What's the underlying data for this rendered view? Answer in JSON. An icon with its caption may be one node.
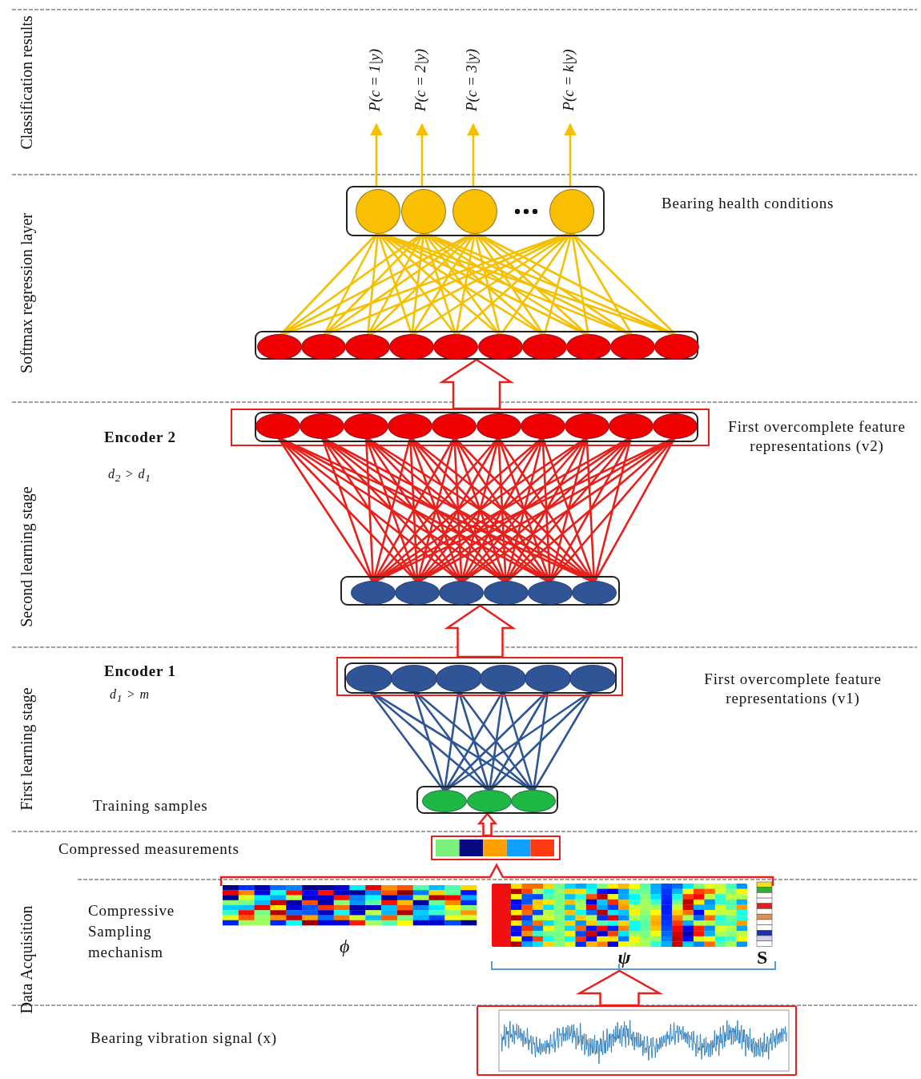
{
  "diagram": {
    "nodes": [
      {
        "text": [
          "P(c = 1|y)"
        ]
      },
      {
        "text": [
          "P(c = 2|y)"
        ]
      },
      {
        "text": [
          "P(c = 3|y)"
        ]
      },
      {
        "text": [
          "P(c = k|y)"
        ]
      },
      {
        "text": [],
        "shape": "box"
      },
      {
        "text": [],
        "shape": "box"
      },
      {
        "text": [],
        "shape": "box"
      },
      {
        "text": [],
        "shape": "box"
      },
      {
        "text": [],
        "shape": "box"
      },
      {
        "text": [],
        "shape": "box"
      },
      {
        "text": [],
        "shape": "bar"
      },
      {
        "text": [],
        "shape": "picture",
        "beside": [
          "ψ"
        ]
      },
      {
        "text": [],
        "shape": "picture"
      }
    ],
    "edges": [
      {
        "from": 4,
        "to": 0,
        "arrow": "to",
        "color": "#f5c000"
      },
      {
        "from": 4,
        "to": 1,
        "arrow": "to",
        "color": "#f5c000"
      },
      {
        "from": 4,
        "to": 2,
        "arrow": "to",
        "color": "#f5c000"
      },
      {
        "from": 4,
        "to": 3,
        "arrow": "to",
        "color": "#f5c000"
      },
      {
        "from": 5,
        "to": 4,
        "arrow": "none",
        "color": "#f5c000"
      },
      {
        "from": 6,
        "to": 5,
        "arrow": "to",
        "style": "thick",
        "color": "#e8201c"
      },
      {
        "from": 7,
        "to": 6,
        "arrow": "none",
        "color": "#e8201c"
      },
      {
        "from": 8,
        "to": 7,
        "arrow": "to",
        "style": "thick",
        "color": "#e8201c"
      },
      {
        "from": 9,
        "to": 8,
        "arrow": "none",
        "color": "#2f5597"
      },
      {
        "from": 10,
        "to": 9,
        "arrow": "to",
        "style": "thick",
        "color": "#e8201c"
      },
      {
        "from": 12,
        "to": 11,
        "arrow": "to",
        "style": "thick",
        "color": "#e8201c"
      }
    ],
    "labels": [
      "Classification results",
      "Bearing health conditions",
      "Softmax regression layer",
      "Encoder 2",
      "First overcomplete feature representations (v2)",
      "d$_{2}$ > d$_{1}$",
      "Second learning stage",
      "Encoder 1",
      "First overcomplete feature representations (v1)",
      "d$_{1}$ > m",
      "First learning stage",
      "Training samples",
      "Compressed measurements",
      "Compressive Sampling mechanism",
      "ϕ",
      "S",
      "Data Acquisition",
      "Bearing vibration signal (x)"
    ]
  }
}
